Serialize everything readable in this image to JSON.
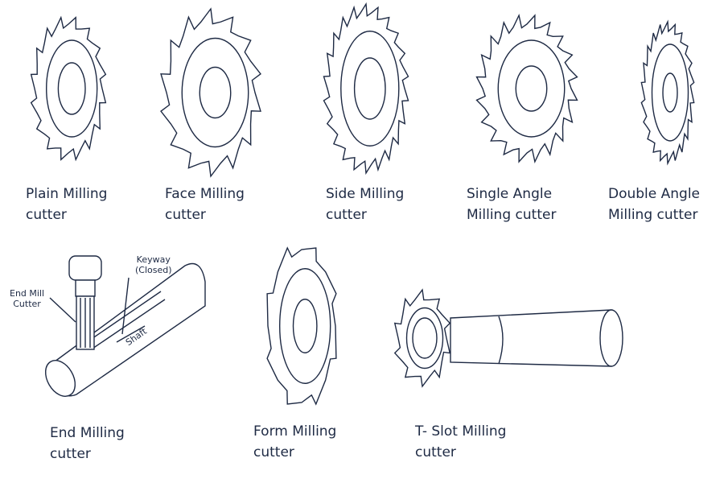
{
  "cutters": [
    {
      "name": "Plain Milling\ncutter"
    },
    {
      "name": "Face Milling\ncutter"
    },
    {
      "name": "Side Milling\ncutter"
    },
    {
      "name": "Single Angle\nMilling cutter"
    },
    {
      "name": "Double Angle\nMilling cutter"
    },
    {
      "name": "End Milling\ncutter"
    },
    {
      "name": "Form Milling\ncutter"
    },
    {
      "name": "T- Slot Milling\ncutter"
    }
  ],
  "end_mill_callouts": {
    "cutter": "End Mill\nCutter",
    "keyway": "Keyway\n(Closed)",
    "shaft": "Shaft"
  }
}
